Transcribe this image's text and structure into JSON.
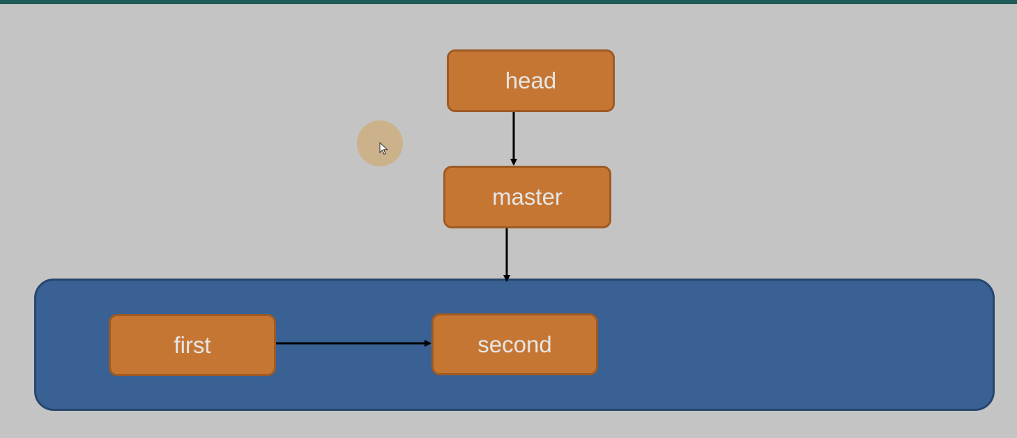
{
  "colors": {
    "background": "#c4c4c4",
    "top_bar": "#1f5a56",
    "node_fill": "#c67633",
    "node_border": "#9e5a24",
    "node_text": "#e6e6e6",
    "branch_container_fill": "#396193",
    "branch_container_border": "#26466e",
    "arrow": "#000000"
  },
  "nodes": {
    "head": {
      "label": "head"
    },
    "master": {
      "label": "master"
    },
    "first": {
      "label": "first"
    },
    "second": {
      "label": "second"
    }
  },
  "edges": [
    {
      "from": "head",
      "to": "master"
    },
    {
      "from": "master",
      "to": "branch-container"
    },
    {
      "from": "first",
      "to": "second"
    }
  ],
  "cursor": {
    "icon": "mouse-pointer-icon"
  }
}
